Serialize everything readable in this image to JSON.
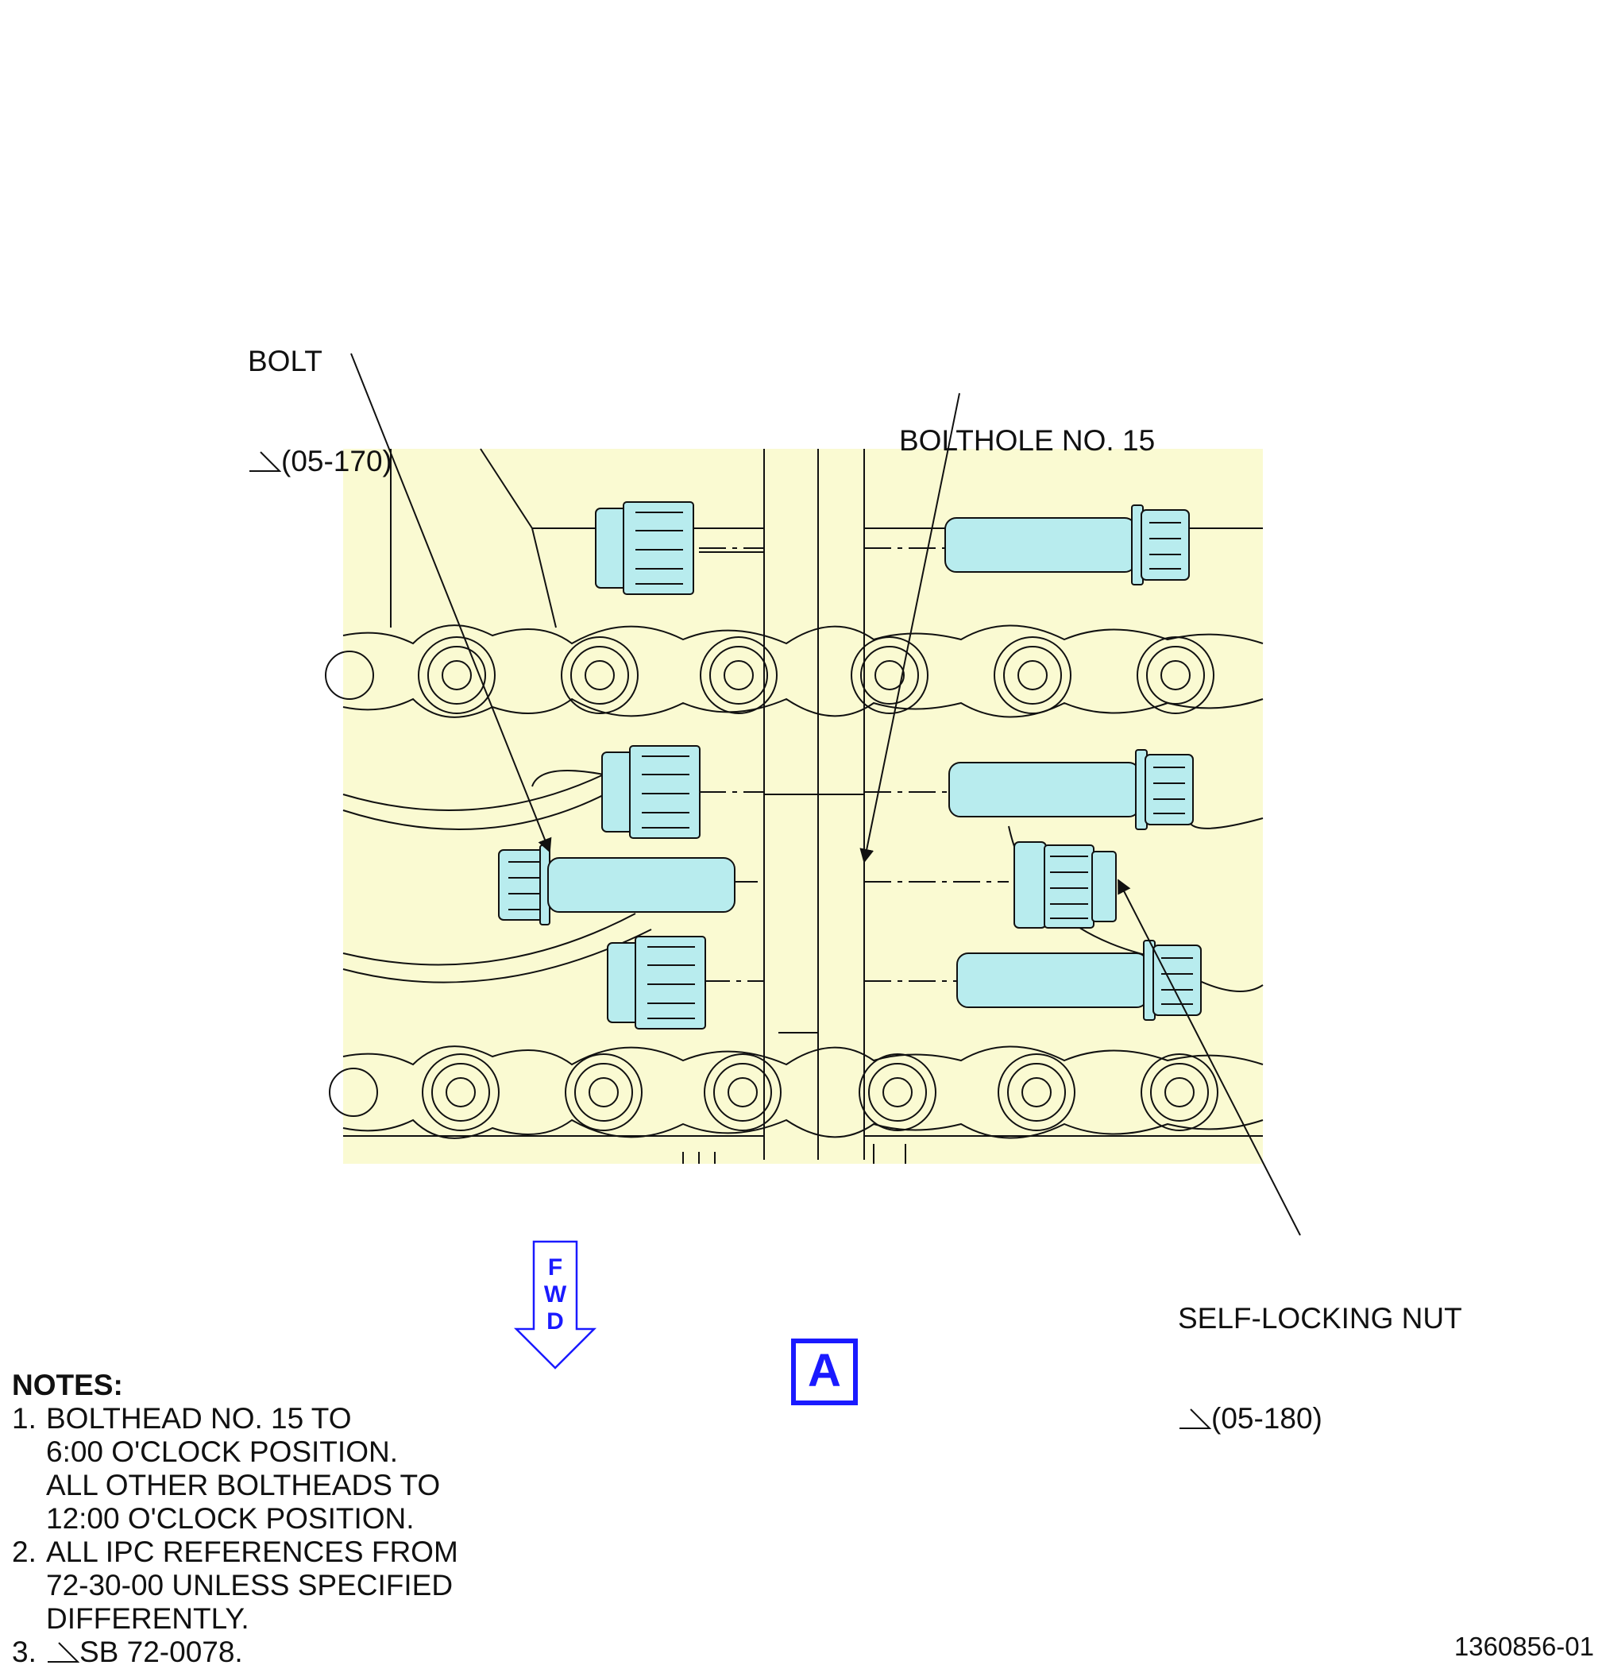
{
  "callouts": {
    "bolt": {
      "name": "BOLT",
      "ref": "(05-170)"
    },
    "bolthole": {
      "name": "BOLTHOLE NO. 15"
    },
    "nut": {
      "name": "SELF-LOCKING NUT",
      "ref": "(05-180)"
    }
  },
  "fwd": {
    "letters": [
      "F",
      "W",
      "D"
    ]
  },
  "view_label": "A",
  "notes": {
    "heading": "NOTES:",
    "items": [
      {
        "num": "1.",
        "lines": [
          "BOLTHEAD NO. 15 TO",
          "6:00 O'CLOCK POSITION.",
          "ALL OTHER BOLTHEADS TO",
          "12:00 O'CLOCK POSITION."
        ]
      },
      {
        "num": "2.",
        "lines": [
          "ALL IPC REFERENCES FROM",
          "72-30-00 UNLESS SPECIFIED",
          "DIFFERENTLY."
        ]
      },
      {
        "num": "3.",
        "lines": [
          "SB 72-0078."
        ]
      }
    ]
  },
  "figure_number": "1360856-01",
  "colors": {
    "panel": "#fafad2",
    "part": "#b8ecee",
    "accent": "#1a1aff",
    "line": "#111111"
  }
}
